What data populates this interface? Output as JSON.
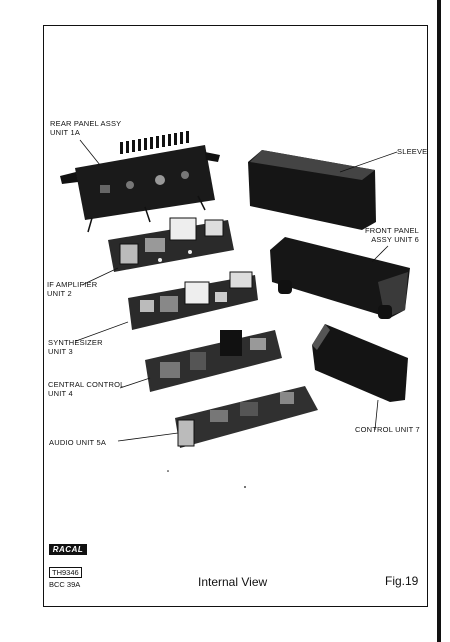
{
  "labels": {
    "rear_panel": {
      "name": "REAR PANEL ASSY",
      "unit": "UNIT 1A"
    },
    "sleeve": {
      "name": "SLEEVE"
    },
    "front_panel": {
      "name": "FRONT PANEL",
      "unit": "ASSY UNIT 6"
    },
    "if_amplifier": {
      "name": "IF AMPLIFIER",
      "unit": "UNIT 2"
    },
    "synthesizer": {
      "name": "SYNTHESIZER",
      "unit": "UNIT 3"
    },
    "central_control": {
      "name": "CENTRAL CONTROL",
      "unit": "UNIT 4"
    },
    "control_unit": {
      "name": "CONTROL UNIT 7"
    },
    "audio_unit": {
      "name": "AUDIO UNIT 5A"
    }
  },
  "footer": {
    "logo_text": "RACAL",
    "reference": "TH9346",
    "code": "BCC 39A",
    "caption": "Internal View",
    "figure": "Fig.19"
  }
}
